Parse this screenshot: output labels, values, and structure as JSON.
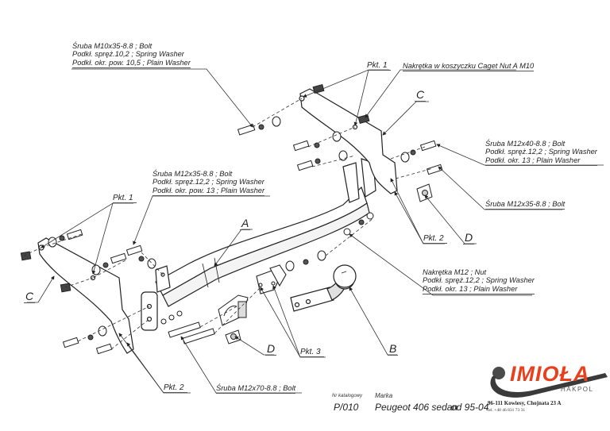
{
  "diagram": {
    "title": "Tow bar assembly exploded view",
    "callouts": {
      "top_left": [
        "Śruba M10x35-8.8 ;  Bolt",
        "Podkł. spręż.10,2 ; Spring Washer",
        "Podkł. okr. pow. 10,5 ; Plain Washer"
      ],
      "top_nut": "Nakrętka w koszyczku Caget Nut A M10",
      "right_upper": [
        "Śruba M12x40-8.8 ;  Bolt",
        "Podkł. spręż.12,2 ; Spring Washer",
        "Podkł. okr. 13 ; Plain Washer"
      ],
      "right_mid": "Śruba M12x35-8.8 ;  Bolt",
      "center_left": [
        "Śruba M12x35-8.8 ;  Bolt",
        "Podkł. spręż.12,2 ; Spring Washer",
        "Podkł. okr. pow. 13 ; Plain Washer"
      ],
      "right_lower": [
        "Nakrętka  M12 ; Nut",
        "Podkł. spręż.12,2 ; Spring Washer",
        "Podkł. okr. 13 ; Plain Washer"
      ],
      "bottom_bolt": "Śruba M12x70-8.8 ;  Bolt"
    },
    "points": {
      "pkt1_top": "Pkt. 1",
      "pkt1_left": "Pkt. 1",
      "pkt2_right": "Pkt. 2",
      "pkt2_bottom": "Pkt. 2",
      "pkt3": "Pkt. 3"
    },
    "part_letters": {
      "a": "A",
      "b": "B",
      "c_right": "C",
      "c_left": "C",
      "d_right": "D",
      "d_bottom": "D"
    }
  },
  "title_block": {
    "catalog_label": "Nr katalogowy",
    "catalog_number": "P/010",
    "brand_label": "Marka",
    "model": "Peugeot 406 sedan",
    "years": "od 95-04"
  },
  "company": {
    "logo_text": "IMIOŁA",
    "sub_brand": "HAKPOL",
    "address": "96-111 Kowiesy, Chojnata 23 A",
    "phone": "tel. +48 46 831 73 31",
    "brand_color": "#e8401c",
    "logo_dark_color": "#3a3a3a"
  }
}
